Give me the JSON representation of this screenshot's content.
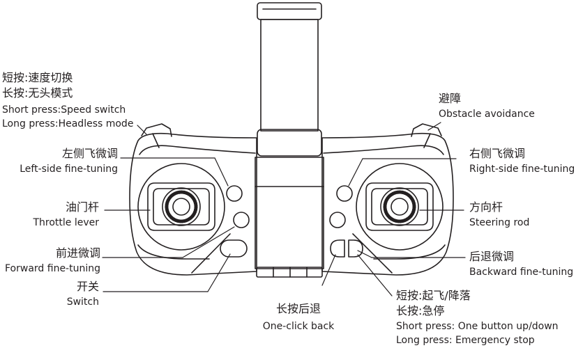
{
  "labels": {
    "speed_zh_short": "短按:速度切换",
    "speed_zh_long": "长按:无头模式",
    "speed_en_short": "Short press:Speed switch",
    "speed_en_long": "Long press:Headless mode",
    "obstacle_zh": "避障",
    "obstacle_en": "Obstacle avoidance",
    "left_trim_zh": "左侧飞微调",
    "left_trim_en": "Left-side fine-tuning",
    "right_trim_zh": "右侧飞微调",
    "right_trim_en": "Right-side fine-tuning",
    "throttle_zh": "油门杆",
    "throttle_en": "Throttle lever",
    "steering_zh": "方向杆",
    "steering_en": "Steering rod",
    "forward_zh": "前进微调",
    "forward_en": "Forward fine-tuning",
    "backward_zh": "后退微调",
    "backward_en": "Backward fine-tuning",
    "switch_zh": "开关",
    "switch_en": "Switch",
    "oneclick_zh": "长按后退",
    "oneclick_en": "One-click back",
    "takeoff_zh_short": "短按:起飞/降落",
    "takeoff_zh_long": "长按:急停",
    "takeoff_en_short": "Short press: One button up/down",
    "takeoff_en_long": "Long press: Emergency stop"
  }
}
